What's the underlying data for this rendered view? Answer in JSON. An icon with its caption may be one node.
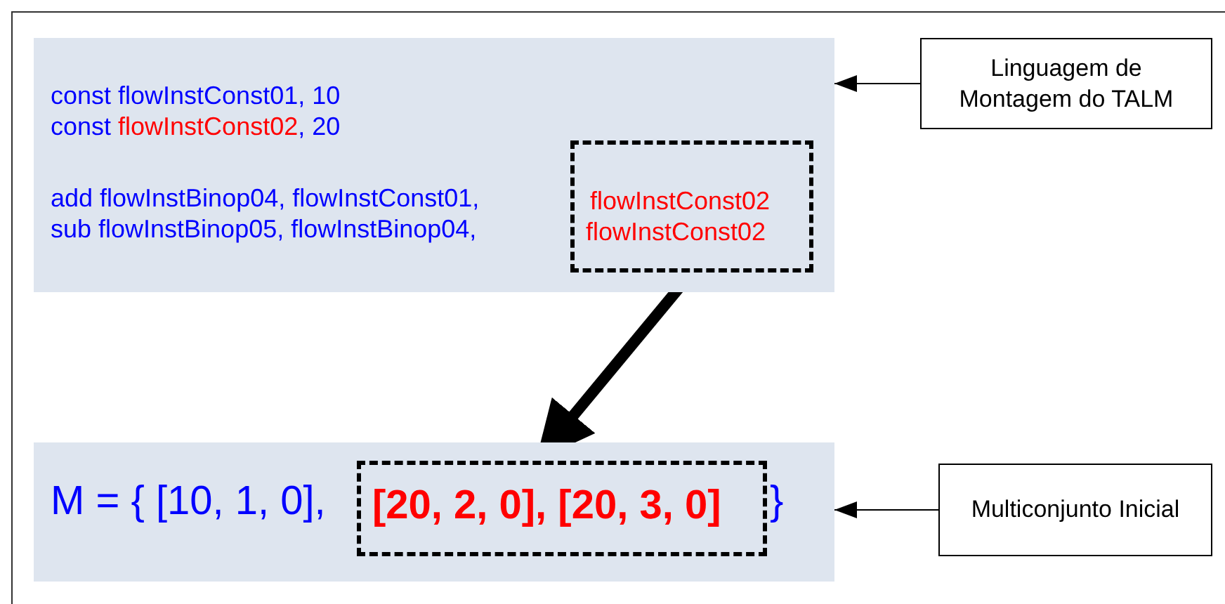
{
  "diagram": {
    "nodes": [
      {
        "text": [
          "const flowInstConst01, 10",
          "const",
          "flowInstConst02",
          ", 20",
          "add flowInstBinop04, flowInstConst01,",
          "sub flowInstBinop05, flowInstBinop04,"
        ]
      },
      {
        "text": [
          "flowInstConst02",
          "flowInstConst02"
        ],
        "in": 0
      },
      {
        "text": [
          "Linguagem de Montagem do TALM"
        ]
      },
      {
        "text": [
          "M = { [10, 1, 0],",
          "}"
        ]
      },
      {
        "text": [
          "[20, 2, 0], [20, 3, 0]"
        ],
        "in": 3
      },
      {
        "text": [
          "Multiconjunto Inicial"
        ]
      }
    ],
    "edges": [
      {
        "from": 2,
        "to": 0,
        "arrow": "to"
      },
      {
        "from": 1,
        "to": 4,
        "arrow": "to",
        "style": "thick"
      },
      {
        "from": 5,
        "to": 3,
        "arrow": "to"
      }
    ]
  }
}
